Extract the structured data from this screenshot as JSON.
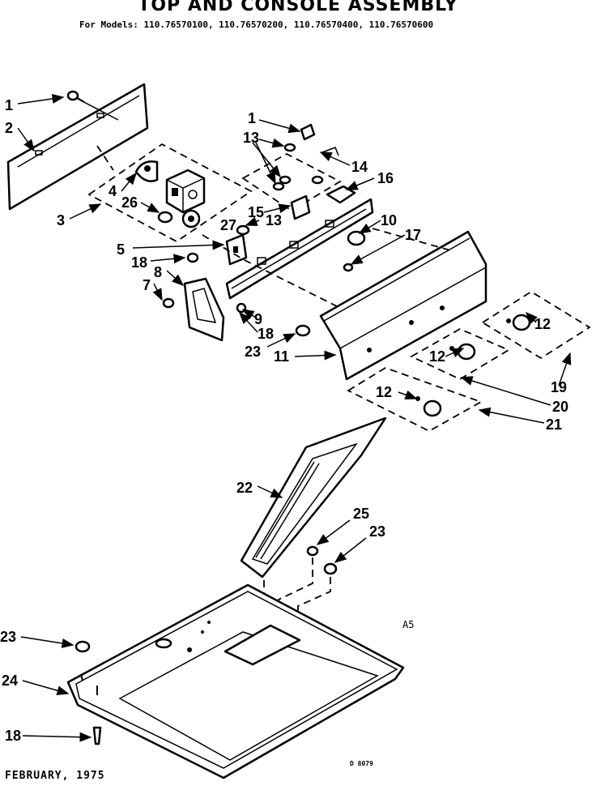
{
  "title": "TOP AND CONSOLE ASSEMBLY",
  "models_line": "For Models: 110.76570100, 110.76570200, 110.76570400, 110.76570600",
  "date": "FEBRUARY, 1975",
  "figure_code": "D 8079",
  "corner_mark": "A5",
  "callouts": [
    "1",
    "2",
    "3",
    "4",
    "26",
    "5",
    "18",
    "8",
    "7",
    "1",
    "13",
    "14",
    "16",
    "15",
    "13",
    "27",
    "10",
    "17",
    "9",
    "18",
    "23",
    "11",
    "12",
    "12",
    "12",
    "19",
    "20",
    "21",
    "22",
    "25",
    "23",
    "23",
    "24",
    "18"
  ]
}
